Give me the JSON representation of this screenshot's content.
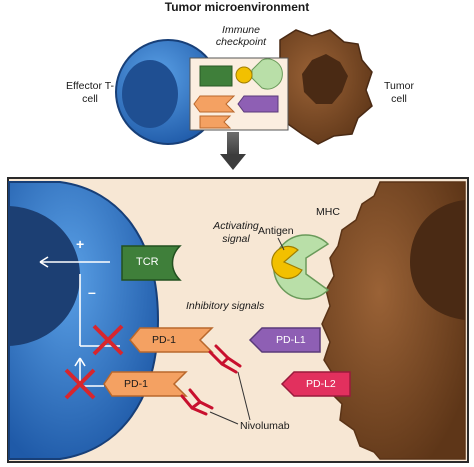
{
  "title": "Tumor microenvironment",
  "top": {
    "immune_checkpoint": "Immune checkpoint",
    "effector_tcell": "Effector T-cell",
    "tumor_cell": "Tumor cell"
  },
  "detail": {
    "antigen": "Antigen",
    "mhc": "MHC",
    "activating_signal": "Activating signal",
    "tcr": "TCR",
    "inhibitory_signals": "Inhibitory signals",
    "plus": "+",
    "minus": "–",
    "pd1_upper": "PD-1",
    "pd1_lower": "PD-1",
    "pdl1": "PD-L1",
    "pdl2": "PD-L2",
    "nivolumab": "Nivolumab"
  },
  "colors": {
    "tcell_blue": "#2f72c4",
    "tcell_dark": "#1c3f73",
    "tumor_brown": "#7a4a26",
    "tumor_dark": "#4a2a14",
    "panel_bg": "#f7e7d4",
    "tcr_green": "#3f7f3a",
    "mhc_green": "#b9dfa8",
    "antigen_yellow": "#f2c000",
    "pd1_orange": "#f4a162",
    "pdl1_purple": "#8e5fb4",
    "pdl2_pink": "#e2305e",
    "antibody_red": "#c8102e",
    "block_red": "#d7262e"
  }
}
